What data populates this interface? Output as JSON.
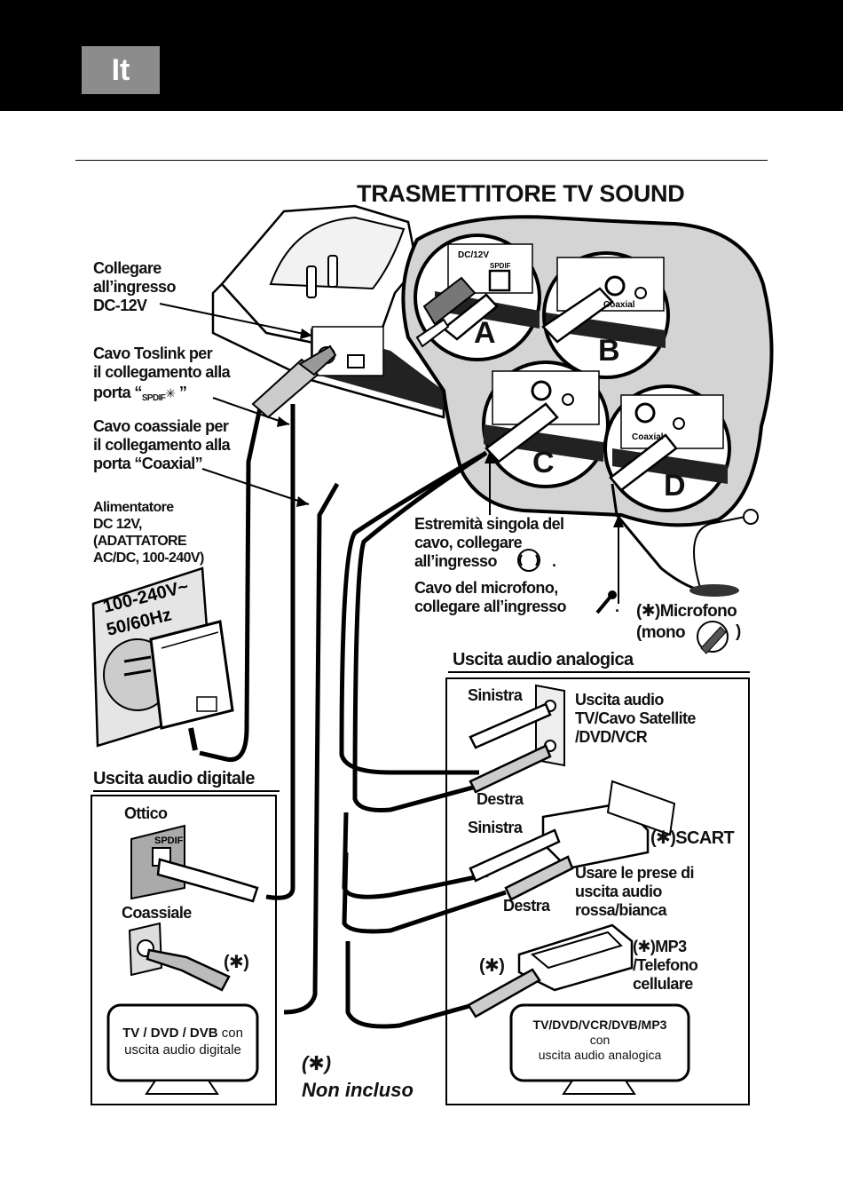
{
  "header": {
    "language_badge": "It"
  },
  "diagram": {
    "title": "TRASMETTITORE TV SOUND",
    "callouts": {
      "dc_in": "Collegare\nall’ingresso\nDC-12V",
      "toslink_1": "Cavo Toslink per\nil collegamento alla",
      "toslink_2_pre": "porta “",
      "toslink_2_spdif": "SPDIF",
      "toslink_2_post": "”",
      "coax": "Cavo coassiale per\nil collegamento alla\nporta “Coaxial”",
      "psu": "Alimentatore\nDC 12V,\n(ADATTATORE\nAC/DC, 100-240V)",
      "psu_label_1": "100-240V~",
      "psu_label_2": "50/60Hz",
      "single_end": "Estremità singola del\ncavo, collegare\nall’ingresso",
      "mic_cable": "Cavo del microfono,\ncollegare all’ingresso",
      "microphone": "(✱)Microfono\n(mono",
      "microphone_close": ")"
    },
    "zoom_letters": [
      "A",
      "B",
      "C",
      "D"
    ],
    "port_labels": {
      "dc": "DC/12V",
      "spdif": "SPDIF",
      "coaxial": "Coaxial"
    },
    "digital_section": {
      "title": "Uscita audio digitale",
      "optical": "Ottico",
      "optical_port": "SPDIF",
      "coaxial": "Coassiale",
      "asterisk": "(✱)",
      "tv_bold": "TV / DVD / DVB",
      "tv_rest_1": " con",
      "tv_rest_2": "uscita audio digitale"
    },
    "analog_section": {
      "title": "Uscita audio analogica",
      "left_1": "Sinistra",
      "right_1": "Destra",
      "source_1": "Uscita audio\nTV/Cavo Satellite\n/DVD/VCR",
      "left_2": "Sinistra",
      "right_2": "Destra",
      "scart": "(✱)SCART",
      "scart_note": "Usare le prese di\nuscita audio\nrossa/bianca",
      "mp3": "(✱)MP3\n/Telefono\ncellulare",
      "asterisk": "(✱)",
      "tv_bold": "TV/DVD/VCR/DVB/MP3",
      "tv_rest_1": "con",
      "tv_rest_2": "uscita  audio analogica"
    },
    "footnote": {
      "symbol": "(✱)",
      "text": "Non incluso"
    }
  }
}
